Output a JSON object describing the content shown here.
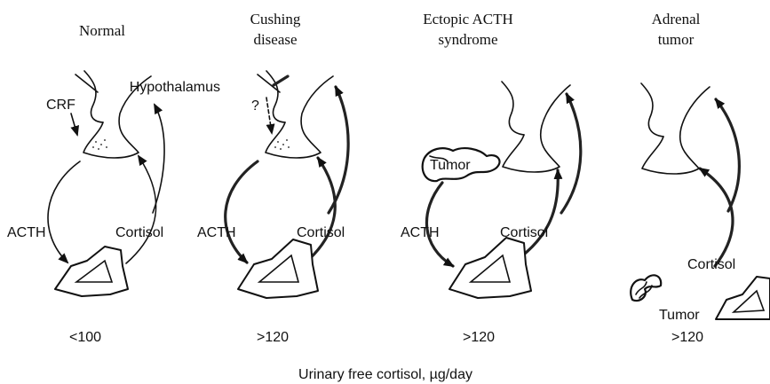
{
  "panels": [
    {
      "title_line1": "Normal",
      "title_line2": "",
      "value": "<100"
    },
    {
      "title_line1": "Cushing",
      "title_line2": "disease",
      "value": ">120"
    },
    {
      "title_line1": "Ectopic ACTH",
      "title_line2": "syndrome",
      "value": ">120"
    },
    {
      "title_line1": "Adrenal",
      "title_line2": "tumor",
      "value": ">120"
    }
  ],
  "labels": {
    "hypothalamus": "Hypothalamus",
    "crf": "CRF",
    "question": "?",
    "acth": "ACTH",
    "cortisol": "Cortisol",
    "tumor": "Tumor"
  },
  "caption": "Urinary free cortisol, µg/day"
}
